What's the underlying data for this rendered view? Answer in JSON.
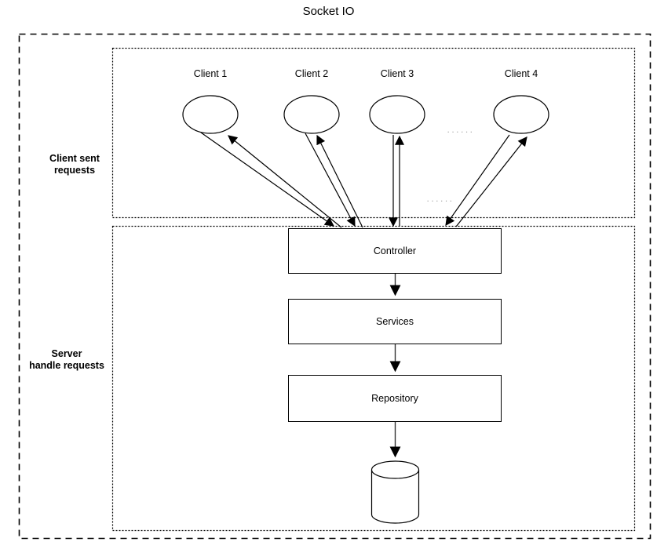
{
  "diagram": {
    "title": "Socket IO",
    "regions": {
      "client": {
        "label_lines": [
          "Client sent",
          "requests"
        ]
      },
      "server": {
        "label_lines": [
          "Server",
          "handle requests"
        ]
      }
    },
    "clients": [
      {
        "label": "Client 1"
      },
      {
        "label": "Client 2"
      },
      {
        "label": "Client 3"
      },
      {
        "label": "Client 4"
      }
    ],
    "nodes": [
      {
        "label": "Controller"
      },
      {
        "label": "Services"
      },
      {
        "label": "Repository"
      }
    ],
    "ellipsis_upper": "......",
    "ellipsis_lower": "......",
    "colors": {
      "stroke": "#000000",
      "background": "#ffffff",
      "ellipsis": "#a8a8a8"
    }
  }
}
